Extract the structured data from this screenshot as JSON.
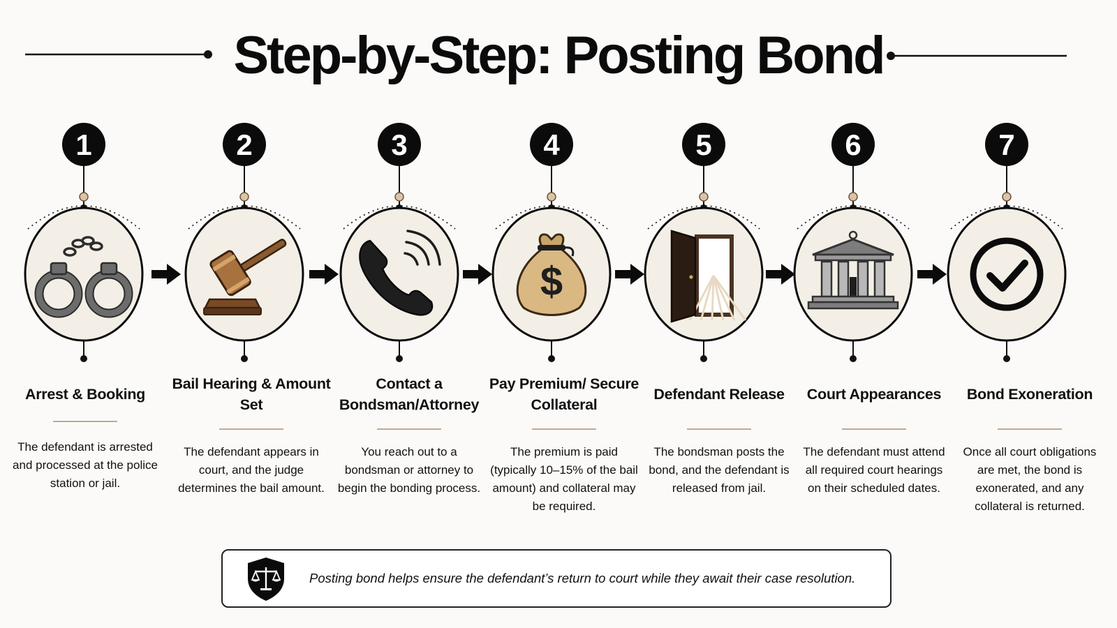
{
  "title": "Step-by-Step: Posting Bond",
  "steps": [
    {
      "number": "1",
      "title": "Arrest & Booking",
      "description": "The defendant is arrested and processed at the police station or jail."
    },
    {
      "number": "2",
      "title": "Bail Hearing & Amount Set",
      "description": "The defendant appears in court, and the judge determines the bail amount."
    },
    {
      "number": "3",
      "title": "Contact a Bondsman/Attorney",
      "description": "You reach out to a bondsman or attorney to begin the bonding process."
    },
    {
      "number": "4",
      "title": "Pay Premium/ Secure Collateral",
      "description": "The premium is paid (typically 10–15% of the bail amount) and collateral may be required."
    },
    {
      "number": "5",
      "title": "Defendant Release",
      "description": "The bondsman posts the bond, and the defendant is released from jail."
    },
    {
      "number": "6",
      "title": "Court Appearances",
      "description": "The defendant must attend all required court hearings on their scheduled dates."
    },
    {
      "number": "7",
      "title": "Bond Exoneration",
      "description": "Once all court obligations are met, the bond is exonerated, and any collateral is returned."
    }
  ],
  "icons": [
    "handcuffs-icon",
    "gavel-icon",
    "phone-icon",
    "money-bag-icon",
    "open-door-icon",
    "courthouse-icon",
    "checkmark-icon"
  ],
  "footer": {
    "icon": "justice-shield-icon",
    "text": "Posting bond helps ensure the defendant’s return to court while they await their case resolution."
  },
  "colors": {
    "circle_fill": "#f4efe6",
    "accent_tan": "#c4a98a",
    "badge": "#0b0b0b"
  }
}
